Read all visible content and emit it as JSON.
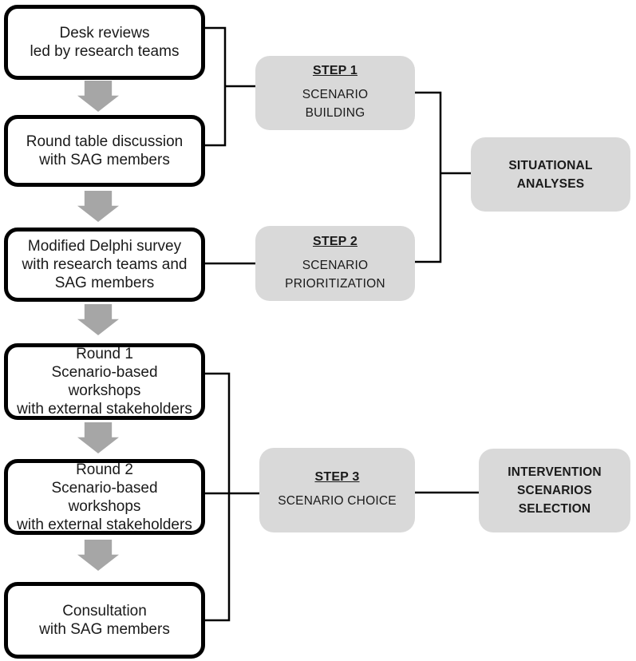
{
  "figure": {
    "colors": {
      "process_fill": "#ffffff",
      "process_border": "#000000",
      "step_fill": "#d9d9d9",
      "outcome_fill": "#d9d9d9",
      "arrow_fill": "#a6a6a6",
      "connector": "#000000"
    },
    "process_boxes": [
      {
        "text": "Desk reviews\nled by research teams"
      },
      {
        "text": "Round table discussion\nwith SAG members"
      },
      {
        "text": "Modified Delphi survey\nwith research teams and\nSAG members"
      },
      {
        "text": "Round 1\nScenario-based workshops\nwith external stakeholders"
      },
      {
        "text": "Round 2\nScenario-based workshops\nwith external stakeholders"
      },
      {
        "text": "Consultation\nwith SAG members"
      }
    ],
    "step_boxes": [
      {
        "title": "STEP 1",
        "label": "SCENARIO\nBUILDING"
      },
      {
        "title": "STEP 2",
        "label": "SCENARIO\nPRIORITIZATION"
      },
      {
        "title": "STEP 3",
        "label": "SCENARIO CHOICE"
      }
    ],
    "outcome_boxes": [
      {
        "text": "SITUATIONAL\nANALYSES"
      },
      {
        "text": "INTERVENTION\nSCENARIOS\nSELECTION"
      }
    ]
  }
}
